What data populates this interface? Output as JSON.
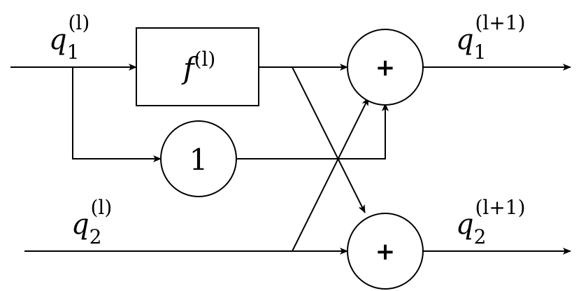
{
  "inputs": {
    "q1": {
      "base": "q",
      "sub": "1",
      "sup": "(l)"
    },
    "q2": {
      "base": "q",
      "sub": "2",
      "sup": "(l)"
    }
  },
  "outputs": {
    "q1": {
      "base": "q",
      "sub": "1",
      "sup": "(l+1)"
    },
    "q2": {
      "base": "q",
      "sub": "2",
      "sup": "(l+1)"
    }
  },
  "blocks": {
    "f": {
      "base": "f",
      "sup": "(l)"
    },
    "identity": {
      "label": "1"
    },
    "sum_top": {
      "label": "+"
    },
    "sum_bottom": {
      "label": "+"
    }
  },
  "colors": {
    "stroke": "#000000",
    "background": "#ffffff"
  }
}
